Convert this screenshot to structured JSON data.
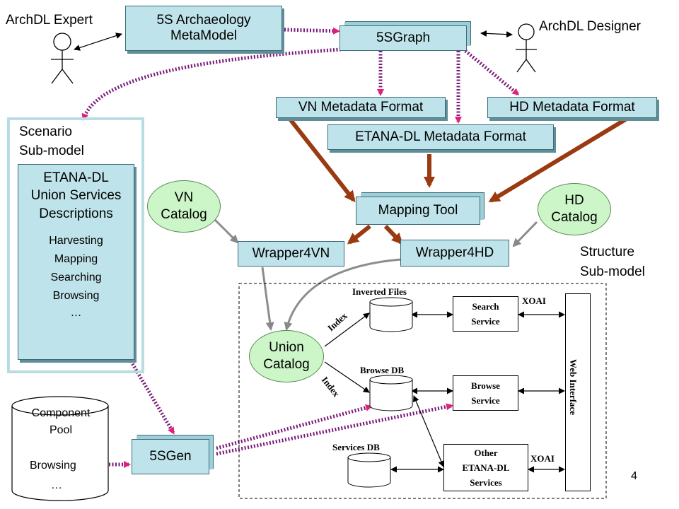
{
  "actors": {
    "expert": "ArchDL Expert",
    "designer": "ArchDL Designer"
  },
  "boxes": {
    "metamodel": [
      "5S Archaeology",
      "MetaModel"
    ],
    "graph": "5SGraph",
    "vn_format": "VN Metadata Format",
    "hd_format": "HD Metadata Format",
    "etana_format": "ETANA-DL Metadata Format",
    "mapping_tool": "Mapping Tool",
    "wrapper_vn": "Wrapper4VN",
    "wrapper_hd": "Wrapper4HD",
    "gen": "5SGen"
  },
  "catalogs": {
    "vn": [
      "VN",
      "Catalog"
    ],
    "hd": [
      "HD",
      "Catalog"
    ],
    "union": [
      "Union",
      "Catalog"
    ]
  },
  "scenario": {
    "title": [
      "Scenario",
      "Sub-model"
    ],
    "heading": [
      "ETANA-DL",
      "Union Services",
      "Descriptions"
    ],
    "items": [
      "Harvesting",
      "Mapping",
      "Searching",
      "Browsing",
      "…"
    ]
  },
  "structure": {
    "title": [
      "Structure",
      "Sub-model"
    ]
  },
  "component_pool": {
    "title": [
      "Component",
      "Pool"
    ],
    "items": [
      "Browsing",
      "…"
    ]
  },
  "services": {
    "inverted_files": "Inverted Files",
    "browse_db": "Browse DB",
    "services_db": "Services DB",
    "search": [
      "Search",
      "Service"
    ],
    "browse": [
      "Browse",
      "Service"
    ],
    "other": [
      "Other",
      "ETANA-DL",
      "Services"
    ],
    "web_interface": "Web Interface",
    "xoai_top": "XOAI",
    "xoai_bottom": "XOAI",
    "index_top": "Index",
    "index_bottom": "Index"
  },
  "page_number": "4",
  "colors": {
    "box_fill": "#bfe3ea",
    "catalog_fill": "#ccf6c7",
    "purple_arrow": "#7a1a7a",
    "brown_arrow": "#9a3a10",
    "scenario_border": "#b7dde3"
  }
}
